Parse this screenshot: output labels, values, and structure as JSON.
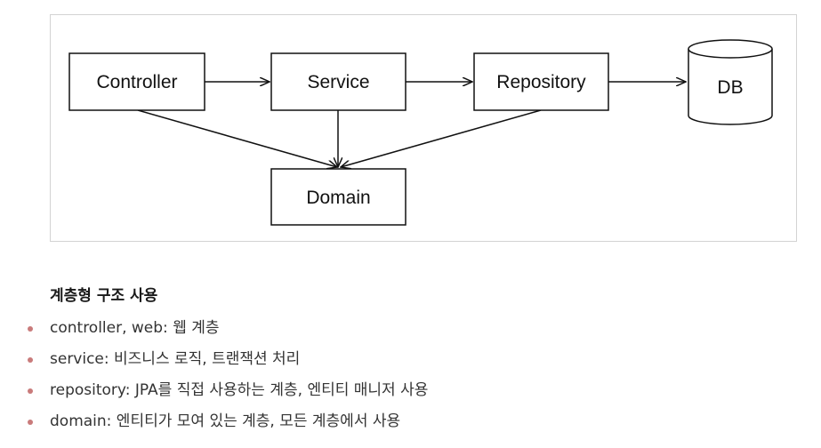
{
  "diagram": {
    "nodes": {
      "controller": "Controller",
      "service": "Service",
      "repository": "Repository",
      "db": "DB",
      "domain": "Domain"
    },
    "edges": [
      {
        "from": "Controller",
        "to": "Service"
      },
      {
        "from": "Service",
        "to": "Repository"
      },
      {
        "from": "Repository",
        "to": "DB"
      },
      {
        "from": "Controller",
        "to": "Domain"
      },
      {
        "from": "Service",
        "to": "Domain"
      },
      {
        "from": "Repository",
        "to": "Domain"
      }
    ]
  },
  "section": {
    "title": "계층형 구조 사용",
    "items": [
      "controller, web: 웹 계층",
      "service: 비즈니스 로직, 트랜잭션 처리",
      "repository: JPA를 직접 사용하는 계층, 엔티티 매니저 사용",
      "domain: 엔티티가 모여 있는 계층, 모든 계층에서 사용"
    ]
  },
  "colors": {
    "bullet": "#c97b7b",
    "frame_border": "#d3d3d3",
    "stroke": "#111111"
  }
}
